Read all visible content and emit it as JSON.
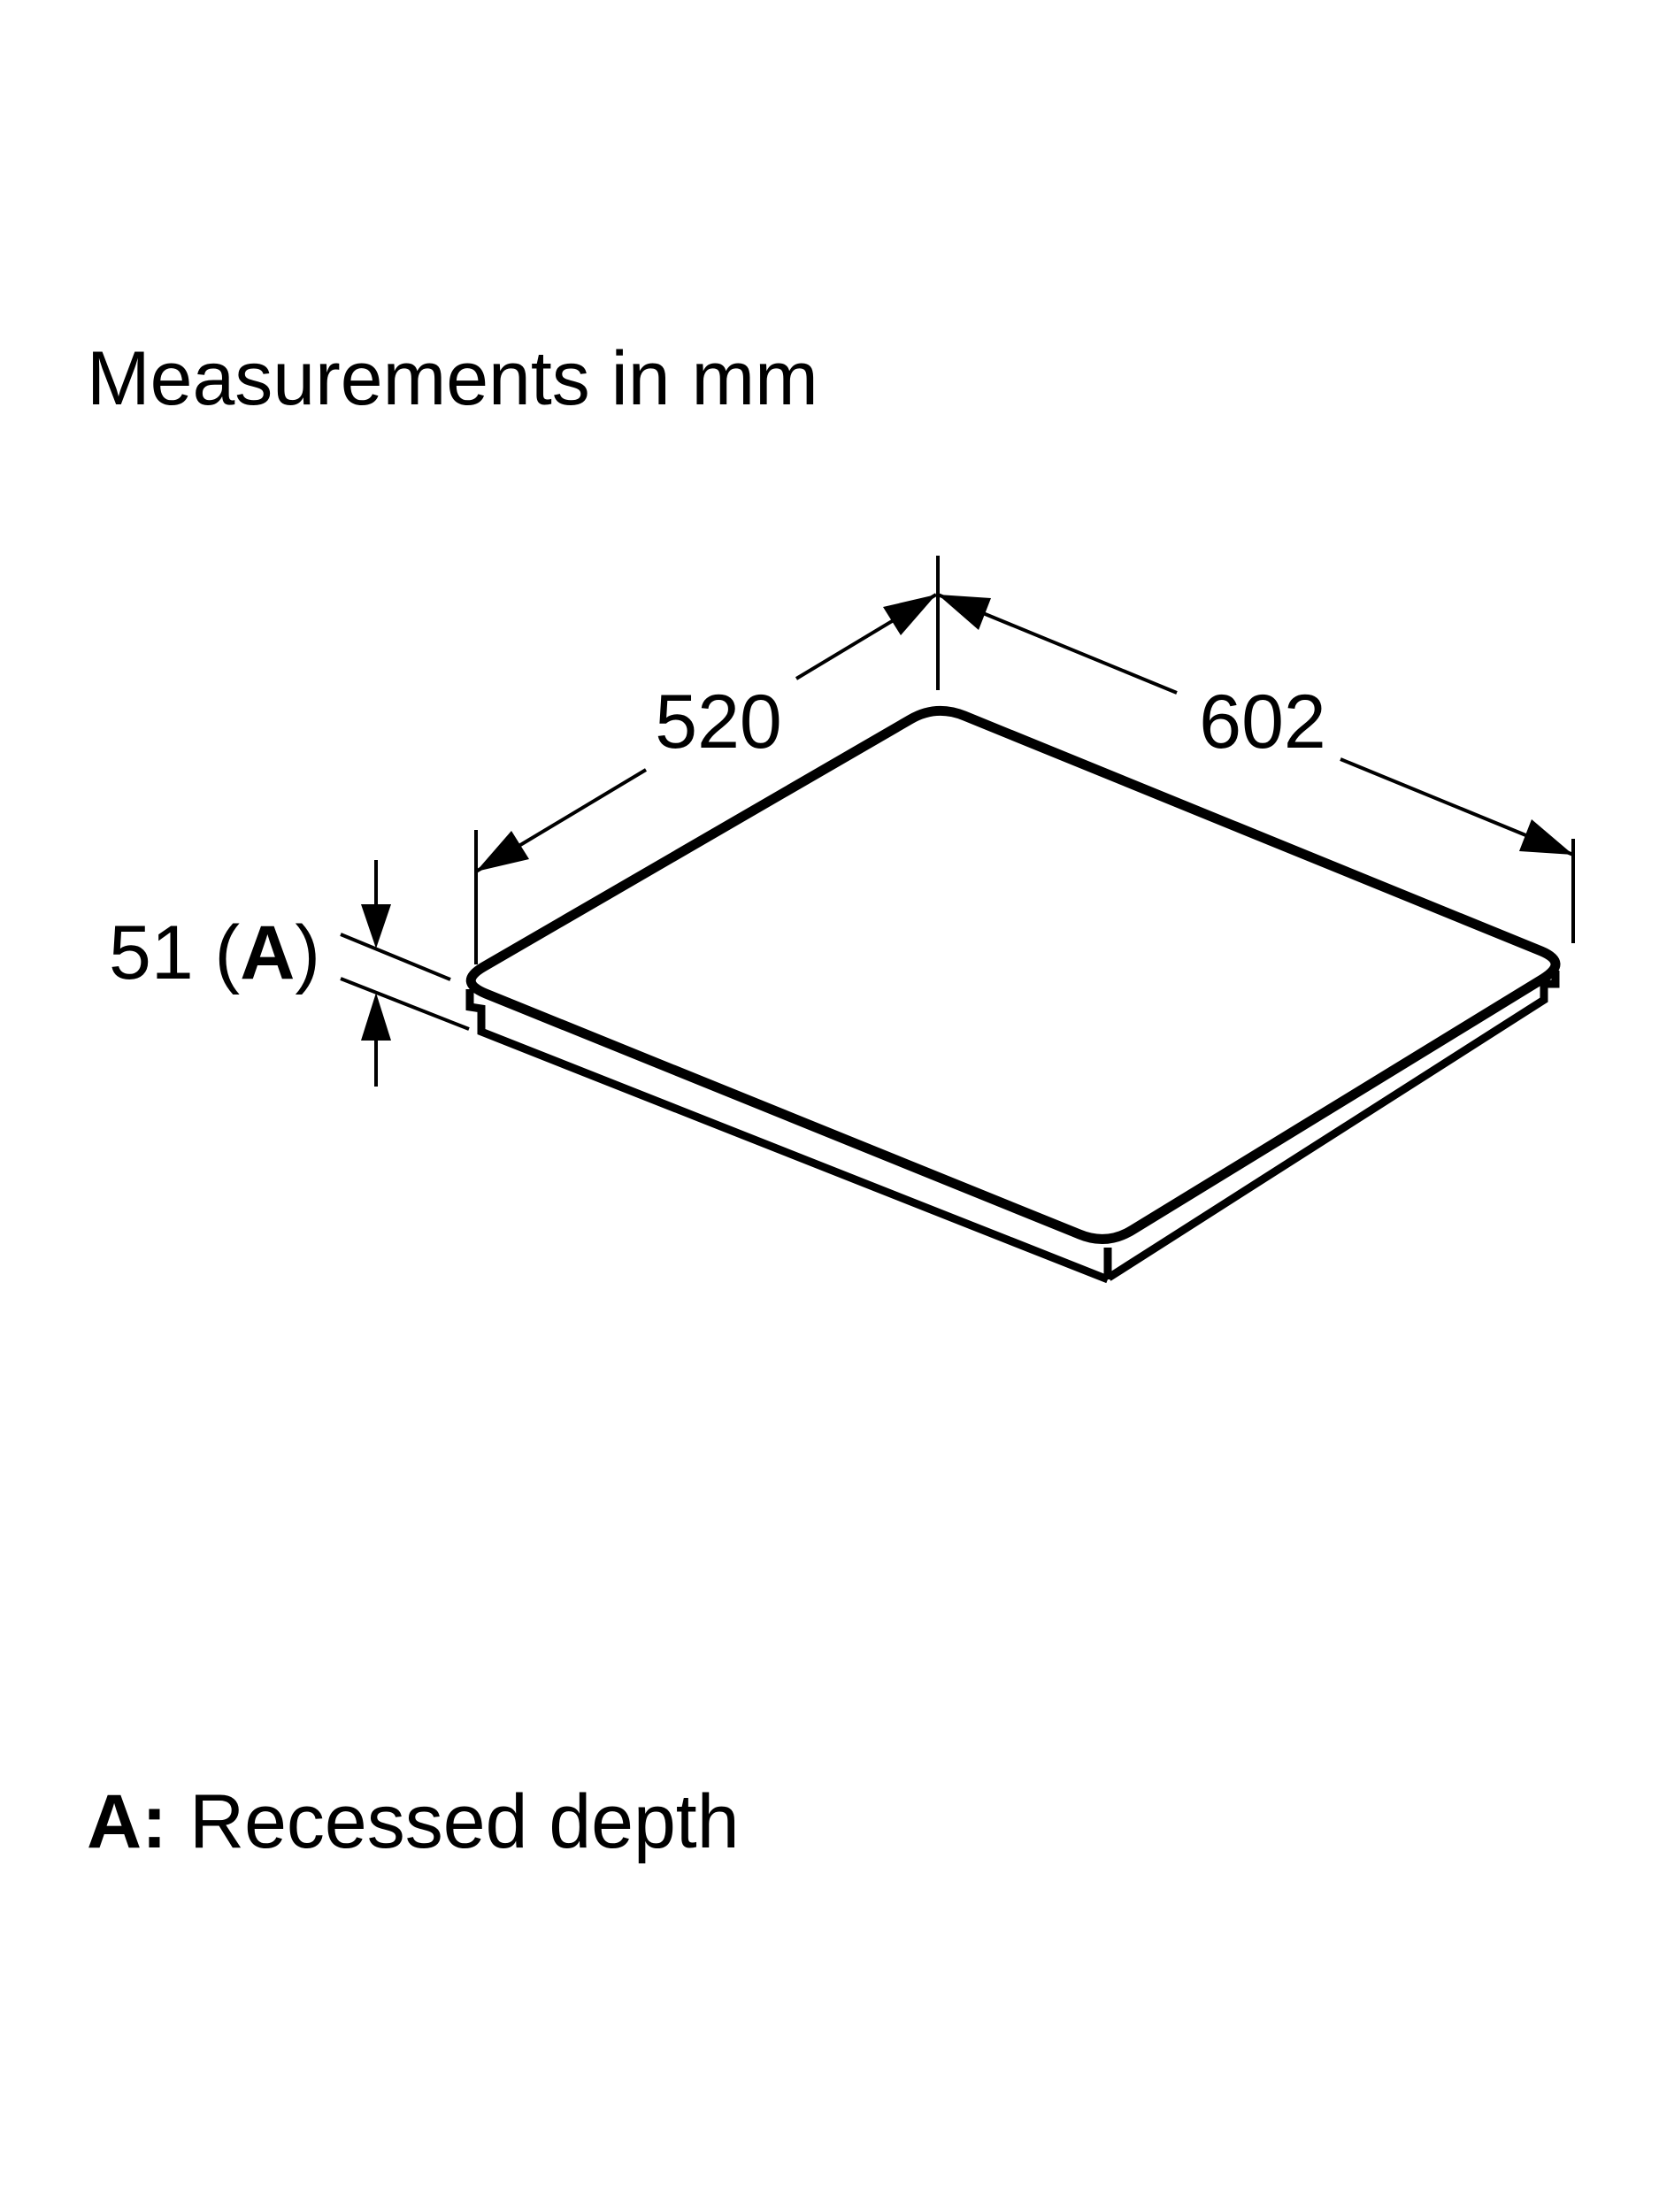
{
  "title": "Measurements in mm",
  "diagram": {
    "type": "hob-installation-dimensions",
    "unit": "mm",
    "labels": {
      "depth": "520",
      "width": "602",
      "recess_prefix": "51 (",
      "recess_letter": "A",
      "recess_suffix": ")"
    },
    "measurements": {
      "depth_mm": 520,
      "width_mm": 602,
      "recessed_depth_mm": 51
    }
  },
  "legend": {
    "key": "A:",
    "description": "Recessed depth"
  },
  "colors": {
    "ink": "#000000",
    "background": "#ffffff"
  }
}
